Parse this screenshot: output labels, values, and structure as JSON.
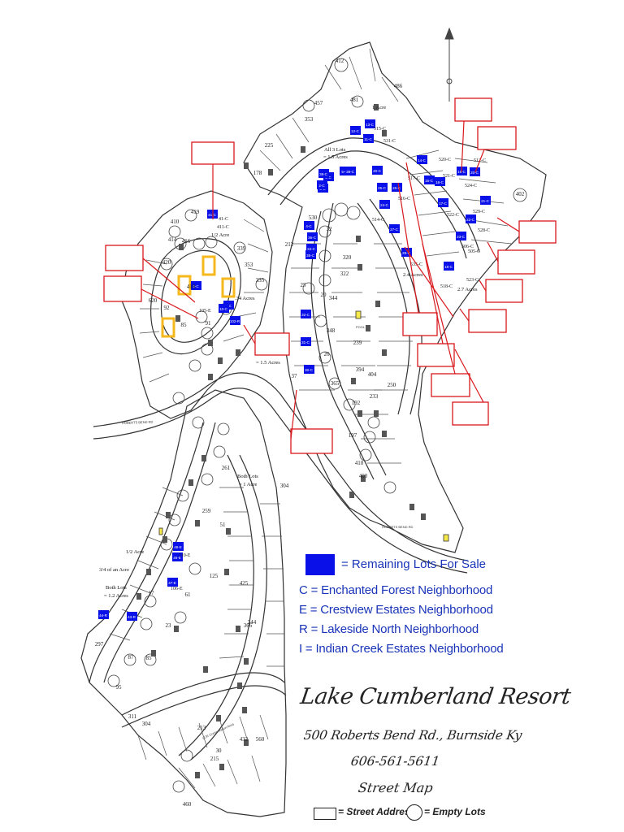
{
  "map": {
    "title": "Lake Cumberland Resort",
    "address": "500 Roberts Bend Rd., Burnside Ky",
    "phone": "606-561-5611",
    "subtitle": "Street Map",
    "colors": {
      "sale_blue": "#0a10e8",
      "highlight_yellow": "#f6b81c",
      "callout_red": "#d8181c",
      "line": "#333333",
      "legend_text": "#1a35b8"
    }
  },
  "legend": {
    "remaining": "= Remaining Lots For Sale",
    "items": [
      "C = Enchanted Forest Neighborhood",
      "E = Crestview Estates Neighborhood",
      "R = Lakeside North Neighborhood",
      "I = Indian Creek Estates Neighborhood"
    ],
    "street_address": "= Street Address",
    "empty_lots": "= Empty Lots"
  },
  "annotations": {
    "all3": "All 3 Lots",
    "all3_acres": "= 1.5 Acres",
    "one_acre_top": "1 Acre",
    "half_acre_c": "1/2 Acre",
    "acres_34": ".34 Acres",
    "acres_15": "= 1.5 Acres",
    "both_lots_1": "Both Lots",
    "both_lots_1_val": "= 1 Acre",
    "half_acre_left": "1/2 Acre",
    "three_quarter": "3/4 of an Acre",
    "both_lots_2": "Both Lots",
    "both_lots_2_val": "= 1.2 Acres",
    "acres_24": "2.4 Acres",
    "acres_27": "2.7 Acres",
    "pool": "POOL"
  },
  "sale_lots": [
    "41-C",
    "5-C",
    "6-C",
    "8-C",
    "9-C",
    "10-C",
    "3-C",
    "2-C",
    "4-C",
    "32-C",
    "31-C",
    "30-C",
    "34-C",
    "35-C",
    "36-C",
    "38-C",
    "39-C",
    "40-C",
    "11-C",
    "12-C",
    "13-C",
    "14-C",
    "15-C",
    "16-C",
    "17-C",
    "18-C",
    "19-C",
    "20-C",
    "21-C",
    "22-C",
    "23-C",
    "24-C",
    "25-C",
    "26-C",
    "27-C",
    "28-C",
    "48-E",
    "46-E",
    "47-E",
    "44-R",
    "43-R",
    "102-R"
  ],
  "addresses": [
    "412",
    "486",
    "481",
    "457",
    "353",
    "225",
    "178",
    "419",
    "414",
    "416",
    "420",
    "410",
    "418",
    "620",
    "92",
    "85",
    "91",
    "353",
    "339",
    "335",
    "212",
    "320",
    "322",
    "344",
    "348",
    "394",
    "404",
    "239",
    "250",
    "233",
    "192",
    "197",
    "410",
    "400",
    "365",
    "366",
    "344",
    "425",
    "51",
    "259",
    "261",
    "125",
    "61",
    "17",
    "23",
    "87",
    "85",
    "95",
    "297",
    "311",
    "304",
    "213",
    "215",
    "30",
    "460",
    "432",
    "560",
    "304",
    "402",
    "530",
    "25",
    "32",
    "37",
    "20",
    "26",
    "28"
  ],
  "lot_labels": [
    "531-C",
    "515-C",
    "521-C",
    "520-C",
    "524-C",
    "522-C",
    "529-C",
    "528-C",
    "523-C",
    "518-C",
    "517-C",
    "516-C",
    "514-C",
    "535-C",
    "505-C",
    "506-C",
    "512-C",
    "41-C",
    "411-C",
    "105-E",
    "110-E",
    "106-E"
  ]
}
